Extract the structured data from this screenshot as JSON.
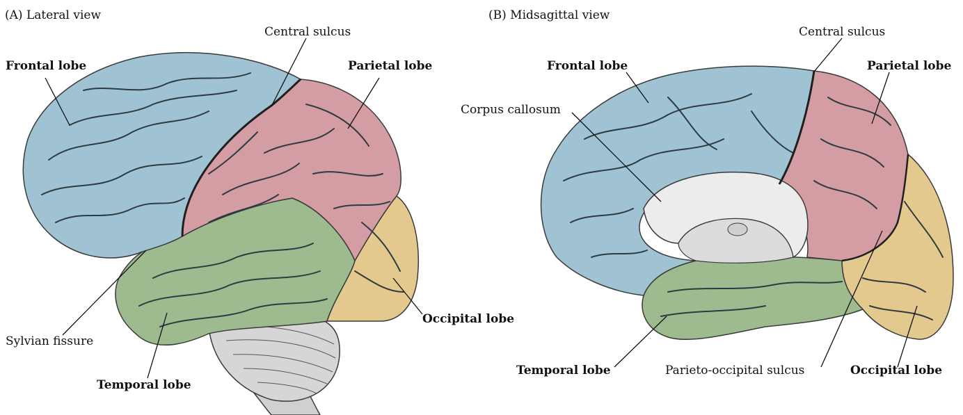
{
  "panels": {
    "lateral": {
      "title": "(A)  Lateral view",
      "labels": {
        "frontal": "Frontal lobe",
        "central": "Central sulcus",
        "parietal": "Parietal lobe",
        "occipital": "Occipital lobe",
        "sylvian": "Sylvian fissure",
        "temporal": "Temporal lobe"
      }
    },
    "midsagittal": {
      "title": "(B)  Midsagittal view",
      "labels": {
        "frontal": "Frontal lobe",
        "central": "Central sulcus",
        "parietal": "Parietal lobe",
        "corpus": "Corpus callosum",
        "temporal": "Temporal lobe",
        "parieto_occipital": "Parieto-occipital sulcus",
        "occipital": "Occipital lobe"
      }
    }
  },
  "colors": {
    "frontal": "#9fc3d2",
    "parietal": "#d49da3",
    "temporal": "#9dbb8f",
    "occipital": "#e3c98e",
    "cerebellum": "#d6d6d6",
    "corpus_callosum": "#ececec",
    "outline": "#3a3a3a",
    "sulcus": "#2d3a40"
  }
}
